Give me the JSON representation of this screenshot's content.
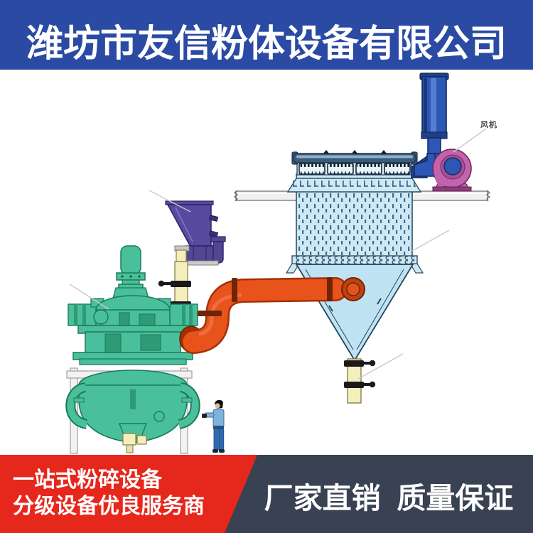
{
  "header": {
    "company_name": "潍坊市友信粉体设备有限公司",
    "bg_color": "#2b4aa3",
    "text_color": "#ffffff"
  },
  "footer": {
    "left_line1": "一站式粉碎设备",
    "left_line2": "分级设备优良服务商",
    "left_bg_color": "#e6271c",
    "right_text": "厂家直销  质量保证",
    "right_bg_color": "#394253",
    "text_color": "#ffffff"
  },
  "diagram": {
    "fan_label": "风机",
    "equipment": [
      "feed-hopper",
      "screw-feeder",
      "grinding-mill",
      "support-frame",
      "conveying-pipe",
      "bag-dust-collector",
      "collector-cone",
      "discharge-pipe",
      "centrifugal-fan",
      "silencer-stack",
      "support-beam",
      "worker-figure"
    ],
    "colors": {
      "mill_teal": "#4abf9b",
      "hopper_purple": "#584a9e",
      "pipe_orange": "#e8531c",
      "collector_blue": "#cfe9f4",
      "cone_blue": "#bfe3f2",
      "fan_magenta": "#c263ae",
      "duct_blue": "#2c57b4",
      "pipe_cream": "#f5efbe",
      "beam_gray": "#f0f0f0"
    }
  }
}
